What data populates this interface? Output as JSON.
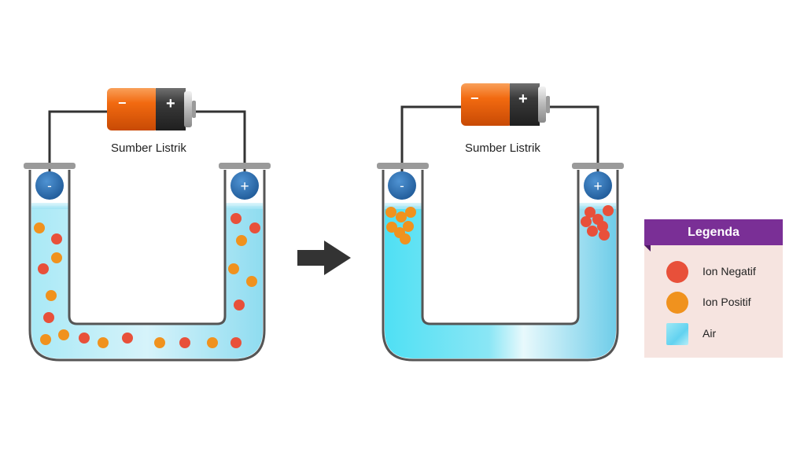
{
  "diagram": {
    "left_panel": {
      "caption": "Sumber Listrik",
      "battery_minus": "−",
      "battery_plus": "+",
      "electrode_left": "-",
      "electrode_right": "+"
    },
    "right_panel": {
      "caption": "Sumber Listrik",
      "battery_minus": "−",
      "battery_plus": "+",
      "electrode_left": "-",
      "electrode_right": "+"
    }
  },
  "legend": {
    "title": "Legenda",
    "items": [
      {
        "label": "Ion Negatif",
        "color": "#e8503a"
      },
      {
        "label": "Ion Positif",
        "color": "#f0921e"
      },
      {
        "label": "Air",
        "color": "#7ddcf2"
      }
    ]
  },
  "colors": {
    "negative_ion": "#e8503a",
    "positive_ion": "#f0921e",
    "electrode": "#2e6fb0",
    "battery_orange": "#f26a10",
    "battery_black": "#3a3a3a",
    "arrow": "#333333",
    "legend_header": "#7a2f96",
    "legend_bg": "#f6e4e0"
  }
}
